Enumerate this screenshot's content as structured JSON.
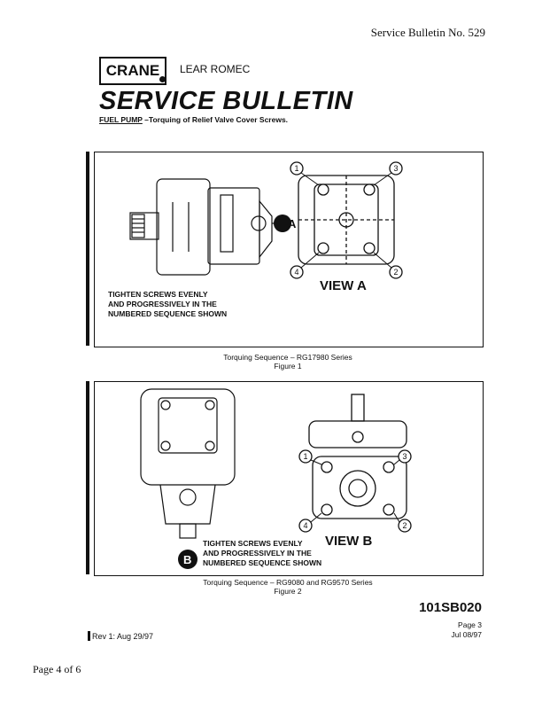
{
  "header": {
    "bulletin_number": "Service Bulletin No. 529",
    "logo_text": "CRANE",
    "company": "LEAR ROMEC",
    "title": "SERVICE BULLETIN",
    "subject_label": "FUEL PUMP",
    "subject_text": " –Torquing of Relief Valve Cover Screws."
  },
  "figure1": {
    "view_label": "VIEW A",
    "callout": "A",
    "note_lines": [
      "TIGHTEN SCREWS EVENLY",
      "AND PROGRESSIVELY IN THE",
      "NUMBERED SEQUENCE SHOWN"
    ],
    "screw_numbers": [
      "1",
      "2",
      "3",
      "4"
    ],
    "caption_line1": "Torquing Sequence – RG17980 Series",
    "caption_line2": "Figure 1"
  },
  "figure2": {
    "view_label": "VIEW B",
    "callout": "B",
    "note_lines": [
      "TIGHTEN SCREWS EVENLY",
      "AND PROGRESSIVELY IN THE",
      "NUMBERED SEQUENCE SHOWN"
    ],
    "screw_numbers": [
      "1",
      "2",
      "3",
      "4"
    ],
    "caption_line1": "Torquing Sequence – RG9080 and RG9570 Series",
    "caption_line2": "Figure 2"
  },
  "footer": {
    "doc_number": "101SB020",
    "page": "Page 3",
    "date": "Jul 08/97",
    "revision": "Rev 1: Aug 29/97",
    "page_of": "Page 4 of 6"
  }
}
